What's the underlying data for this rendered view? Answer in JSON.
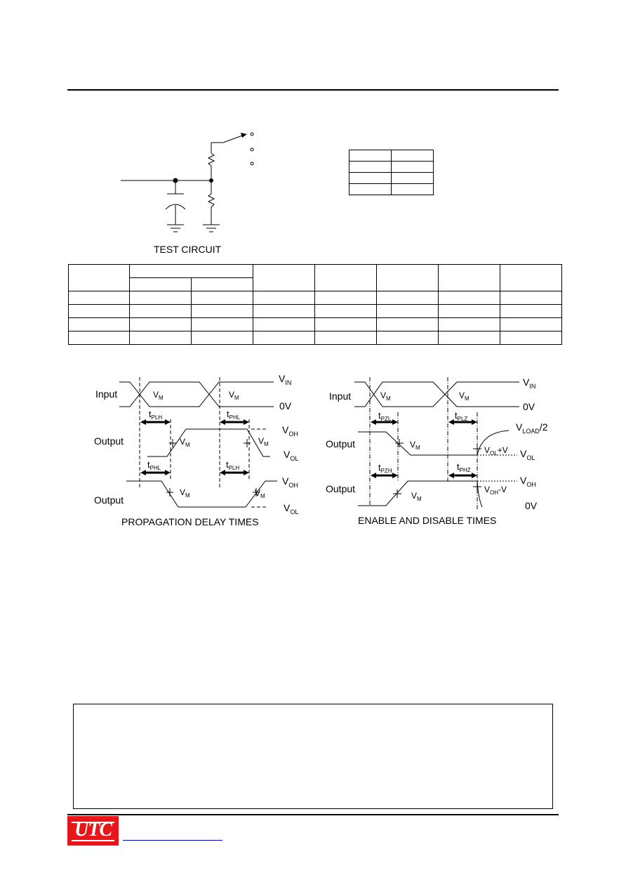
{
  "test_circuit": {
    "caption": "TEST CIRCUIT"
  },
  "propagation": {
    "caption": "PROPAGATION DELAY TIMES",
    "input_label": "Input",
    "output1_label": "Output",
    "output2_label": "Output",
    "vin": "V",
    "vin_sub": "IN",
    "zero_v": "0V",
    "voh": "V",
    "voh_sub": "OH",
    "vol": "V",
    "vol_sub": "OL",
    "vm": "V",
    "vm_sub": "M",
    "tplh": "t",
    "tplh_sub": "PLH",
    "tphl": "t",
    "tphl_sub": "PHL"
  },
  "enable": {
    "caption": "ENABLE AND DISABLE TIMES",
    "input_label": "Input",
    "output1_label": "Output",
    "output2_label": "Output",
    "vin": "V",
    "vin_sub": "IN",
    "zero_v": "0V",
    "voh": "V",
    "voh_sub": "OH",
    "vol": "V",
    "vol_sub": "OL",
    "vm": "V",
    "vm_sub": "M",
    "vload": "V",
    "vload_sub": "LOAD",
    "vload_tail": "/2",
    "vol_plus": "V",
    "vol_plus_sub": "OL",
    "vol_plus_tail": "+V",
    "voh_minus": "V",
    "voh_minus_sub": "OH",
    "voh_minus_tail": "-V",
    "tpzl": "t",
    "tpzl_sub": "PZL",
    "tplz": "t",
    "tplz_sub": "PLZ",
    "tpzh": "t",
    "tpzh_sub": "PZH",
    "tphz": "t",
    "tphz_sub": "PHZ",
    "zero_v2": "0V"
  },
  "footer": {
    "logo": "UTC"
  }
}
